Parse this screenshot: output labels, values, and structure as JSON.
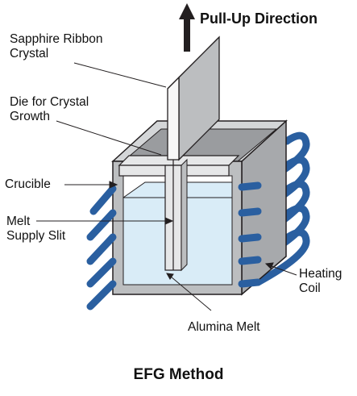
{
  "title": "EFG Method",
  "labels": {
    "pull_up": "Pull-Up Direction",
    "sapphire": "Sapphire Ribbon\nCrystal",
    "die": "Die for Crystal\nGrowth",
    "crucible": "Crucible",
    "melt_supply": "Melt\nSupply Slit",
    "heating_coil": "Heating\nCoil",
    "alumina_melt": "Alumina Melt"
  },
  "colors": {
    "coil": "#2a5fa0",
    "melt": "#d9ecf7",
    "crucible_side": "#a7a9ac",
    "crucible_top": "#d4d6d8",
    "crucible_front": "#bcbec0",
    "outline": "#231f20"
  }
}
